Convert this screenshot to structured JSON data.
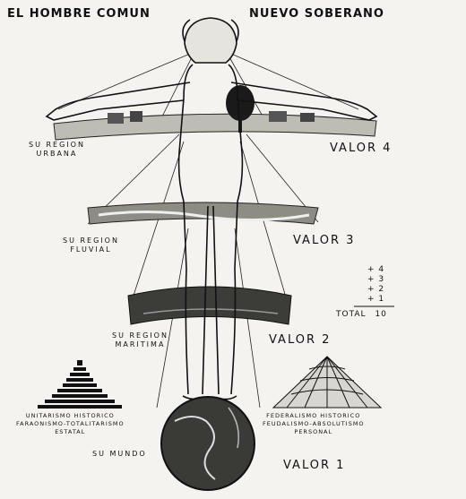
{
  "titles": {
    "left": "EL HOMBRE COMUN",
    "right": "NUEVO SOBERANO"
  },
  "regions": {
    "urbana": [
      "SU REGION",
      "URBANA"
    ],
    "fluvial": [
      "SU REGION",
      "FLUVIAL"
    ],
    "maritima": [
      "SU REGION",
      "MARITIMA"
    ],
    "mundo": "SU MUNDO"
  },
  "valores": {
    "v4": "VALOR 4",
    "v3": "VALOR 3",
    "v2": "VALOR 2",
    "v1": "VALOR 1"
  },
  "sum": {
    "lines": [
      "+ 4",
      "+ 3",
      "+ 2",
      "+ 1"
    ],
    "total_label": "TOTAL",
    "total_value": "10"
  },
  "captions": {
    "left": [
      "UNITARISMO HISTORICO",
      "FARAONISMO-TOTALITARISMO",
      "ESTATAL"
    ],
    "right": [
      "FEDERALISMO HISTORICO",
      "FEUDALISMO-ABSOLUTISMO",
      "PERSONAL"
    ]
  }
}
